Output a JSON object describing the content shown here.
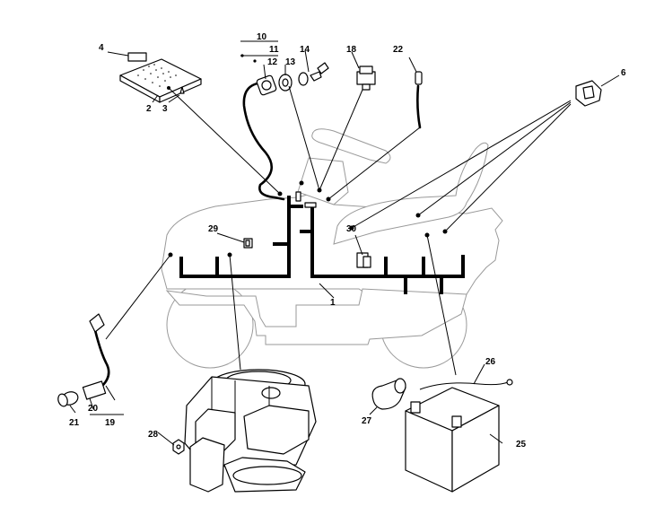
{
  "diagram": {
    "labels": {
      "l1": "1",
      "l2": "2",
      "l3": "3",
      "l4": "4",
      "l6": "6",
      "l10": "10",
      "l11": "11",
      "l12": "12",
      "l13": "13",
      "l14": "14",
      "l18": "18",
      "l19": "19",
      "l20": "20",
      "l21": "21",
      "l22": "22",
      "l25": "25",
      "l26": "26",
      "l27": "27",
      "l28": "28",
      "l29": "29",
      "l30": "30"
    }
  }
}
